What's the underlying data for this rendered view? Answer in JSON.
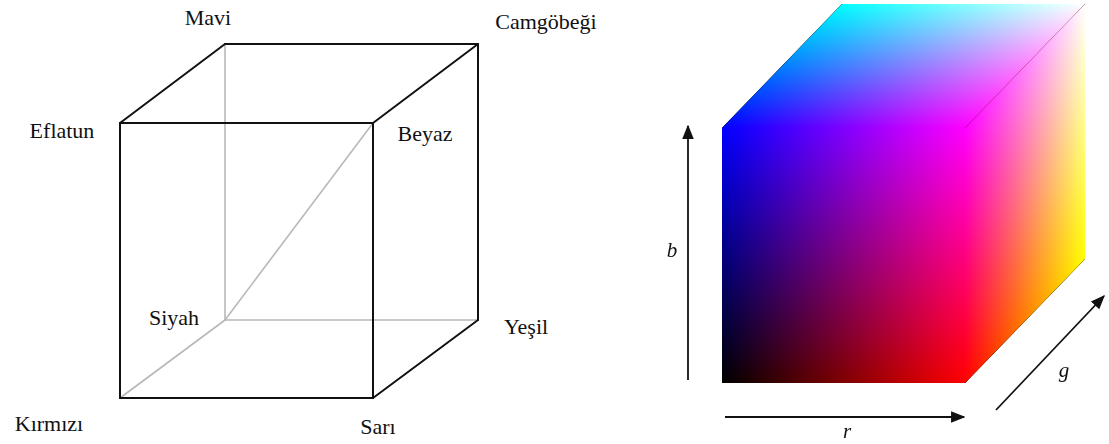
{
  "diagram": {
    "labels": [
      "Mavi",
      "Camgöbeği",
      "Eflatun",
      "Beyaz",
      "Siyah",
      "Yeşil",
      "Kırmızı",
      "Sarı",
      "b",
      "g",
      "r"
    ]
  }
}
